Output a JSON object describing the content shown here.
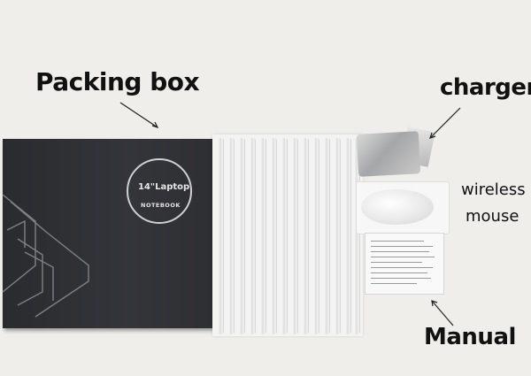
{
  "labels": {
    "packing_box": "Packing box",
    "charger": "charger",
    "wireless": "wireless",
    "mouse": "mouse",
    "manual": "Manual"
  },
  "box_print": {
    "line1": "14\"Laptop",
    "line2": "NOTEBOOK"
  },
  "colors": {
    "background": "#efeeea",
    "box": "#2f3034",
    "text": "#111111"
  }
}
